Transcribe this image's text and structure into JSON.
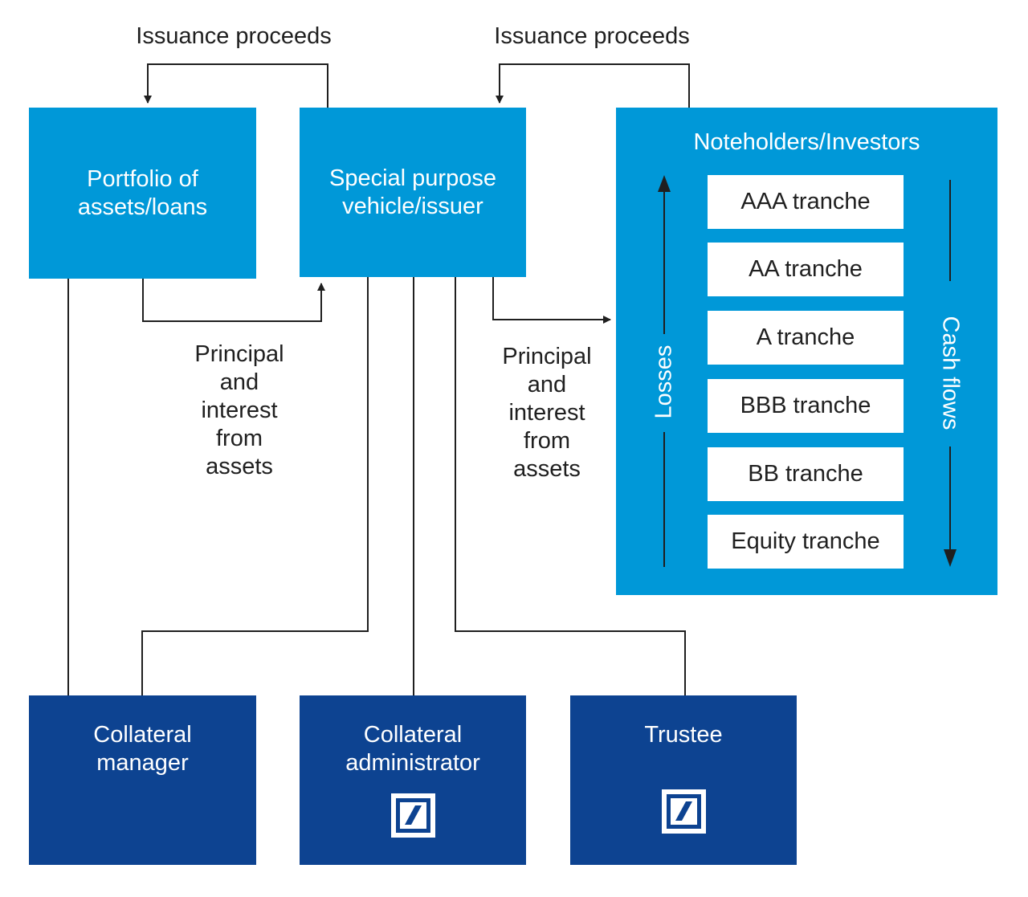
{
  "labels": {
    "issuance_left": "Issuance proceeds",
    "issuance_right": "Issuance proceeds",
    "principal_left": [
      "Principal",
      "and",
      "interest",
      "from",
      "assets"
    ],
    "principal_right": [
      "Principal",
      "and",
      "interest",
      "from",
      "assets"
    ]
  },
  "boxes": {
    "portfolio": [
      "Portfolio of",
      "assets/loans"
    ],
    "spv": [
      "Special purpose",
      "vehicle/issuer"
    ],
    "collateral_manager": [
      "Collateral",
      "manager"
    ],
    "collateral_administrator": [
      "Collateral",
      "administrator"
    ],
    "trustee": "Trustee"
  },
  "investors": {
    "title": "Noteholders/Investors",
    "tranches": [
      "AAA tranche",
      "AA tranche",
      "A tranche",
      "BBB tranche",
      "BB tranche",
      "Equity tranche"
    ],
    "losses_label": "Losses",
    "cashflows_label": "Cash flows"
  },
  "colors": {
    "light_blue": "#0098d8",
    "dark_blue": "#0d4391",
    "line": "#1f1f1f"
  },
  "icons": {
    "logo": "deutsche-bank-logo-icon"
  }
}
